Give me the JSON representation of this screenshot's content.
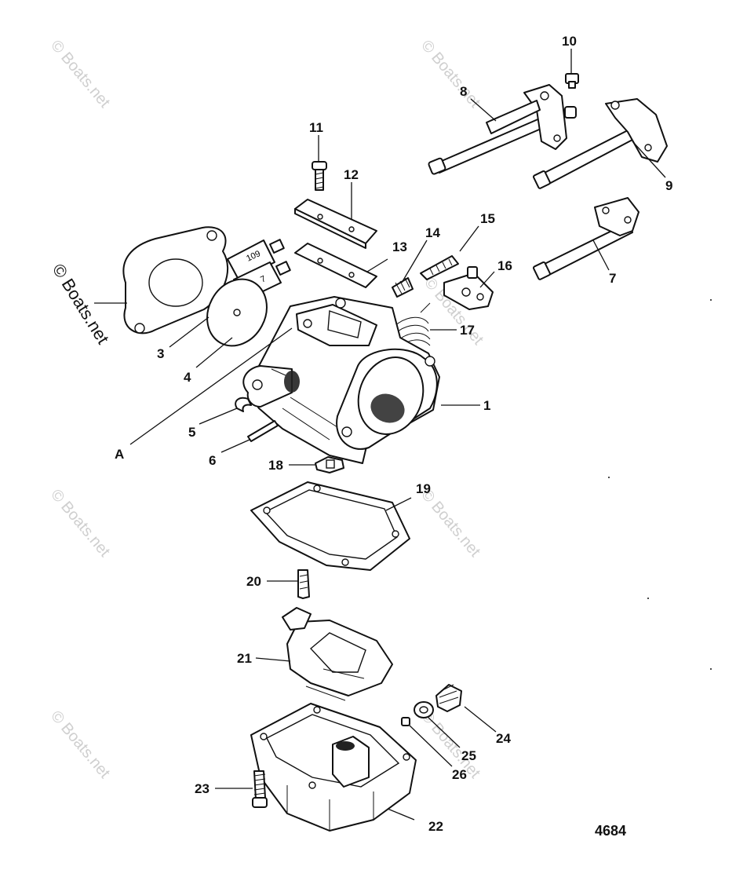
{
  "watermark": {
    "text": "© Boats.net"
  },
  "callouts": {
    "c1": "1",
    "c3": "3",
    "c4": "4",
    "c5": "5",
    "c6": "6",
    "c7": "7",
    "c8": "8",
    "c9": "9",
    "c10": "10",
    "c11": "11",
    "c12": "12",
    "c13": "13",
    "c14": "14",
    "c15": "15",
    "c16": "16",
    "c17": "17",
    "c18": "18",
    "c19": "19",
    "c20": "20",
    "c21": "21",
    "c22": "22",
    "c23": "23",
    "c24": "24",
    "c25": "25",
    "c26": "26",
    "cA": "A"
  },
  "tube_labels": {
    "t1": "109",
    "t2": "7"
  },
  "figure_number": "4684"
}
